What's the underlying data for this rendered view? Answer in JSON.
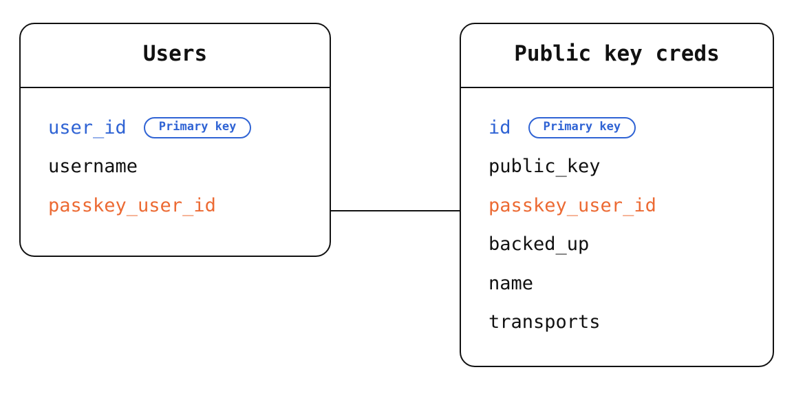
{
  "diagram": {
    "type": "entity-relationship-diagram",
    "background_color": "#ffffff",
    "colors": {
      "border": "#111111",
      "text": "#111111",
      "primary_key": "#2f63d4",
      "foreign_key": "#ec6a33"
    },
    "entities": [
      {
        "id": "users",
        "title": "Users",
        "fields": [
          {
            "name": "user_id",
            "role": "primary_key",
            "badge": "Primary key"
          },
          {
            "name": "username",
            "role": "plain",
            "badge": null
          },
          {
            "name": "passkey_user_id",
            "role": "foreign_key",
            "badge": null
          }
        ]
      },
      {
        "id": "public_key_creds",
        "title": "Public key creds",
        "fields": [
          {
            "name": "id",
            "role": "primary_key",
            "badge": "Primary key"
          },
          {
            "name": "public_key",
            "role": "plain",
            "badge": null
          },
          {
            "name": "passkey_user_id",
            "role": "foreign_key",
            "badge": null
          },
          {
            "name": "backed_up",
            "role": "plain",
            "badge": null
          },
          {
            "name": "name",
            "role": "plain",
            "badge": null
          },
          {
            "name": "transports",
            "role": "plain",
            "badge": null
          }
        ]
      }
    ],
    "relationships": [
      {
        "from_entity": "users",
        "from_field": "passkey_user_id",
        "to_entity": "public_key_creds",
        "to_field": "passkey_user_id",
        "style": "solid-line"
      }
    ]
  }
}
